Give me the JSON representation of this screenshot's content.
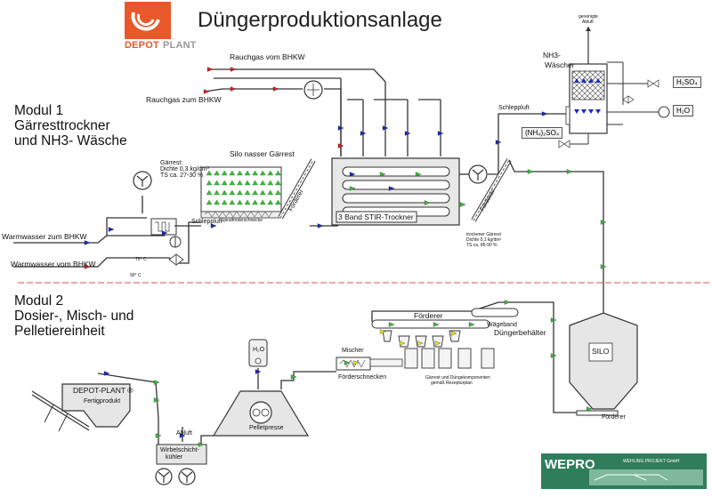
{
  "title": "Düngerproduktionsanlage",
  "logo": {
    "brand_a": "DEPOT",
    "brand_b": "PLANT",
    "colors": {
      "orange": "#e8582a",
      "grey": "#9a9a9a"
    }
  },
  "module1": {
    "line1": "Modul 1",
    "line2": "Gärresttrockner",
    "line3": "und NH3- Wäsche"
  },
  "module2": {
    "line1": "Modul 2",
    "line2": "Dosier-, Misch- und",
    "line3": "Pelletiereinheit"
  },
  "labels": {
    "rauchgas_vom": "Rauchgas vom BHKW",
    "rauchgas_zum": "Rauchgas zum BHKW",
    "warmwasser_zum": "Warmwasser zum BHKW",
    "warmwasser_vom": "Warmwasser vom BHKW",
    "silo_nasser": "Silo nasser Gärrest",
    "gaerrest_info1": "Gärrest:",
    "gaerrest_info2": "Dichte 0,3 kg/dm³",
    "gaerrest_info3": "TS ca. 27-30 %",
    "schleppluft1": "Schleppluft",
    "schleppluft2": "Schleppluft",
    "spiral": "Spiralförderschnecke",
    "foerderer1": "Förderer",
    "foerderer2": "Förderer",
    "trockner": "3 Band STIR-Trockner",
    "trocken_info1": "trockener Gärrest",
    "trocken_info2": "Dichte 0,1 kg/dm³",
    "trocken_info3": "TS ca. 85-90 %",
    "nh3_1": "NH3-",
    "nh3_2": "Wäscher",
    "gereinigte": "gereinigte",
    "abluft": "Abluft",
    "h2so4": "H₂SO₄",
    "h2o_1": "H₂O",
    "nh4so4": "(NH₄)₂SO₄",
    "temp1": "70° C",
    "temp2": "90° C",
    "foerderer_top": "Förderer",
    "waegeband": "Wägeband",
    "duengerbehaelter": "Düngerbehälter",
    "mischer": "Mischer",
    "foerderschnecken": "Förderschnecken",
    "gaerrest_dk1": "Gärrest und Düngekomponenten",
    "gaerrest_dk2": "gemäß Rezepturplan",
    "silo": "SILO",
    "foerderer_silo": "Förderer",
    "pelletpresse": "Pelletpresse",
    "h2o_2": "H₂O",
    "depot_plant": "DEPOT-PLANT ®",
    "fertigprodukt": "Fertigprodukt",
    "abluft2": "Abluft",
    "wirbel1": "Wirbelschicht-",
    "wirbel2": "kühler",
    "wepro": "WEPRO",
    "wepro_sub": "WEHLING PROJEKT GmbH"
  }
}
